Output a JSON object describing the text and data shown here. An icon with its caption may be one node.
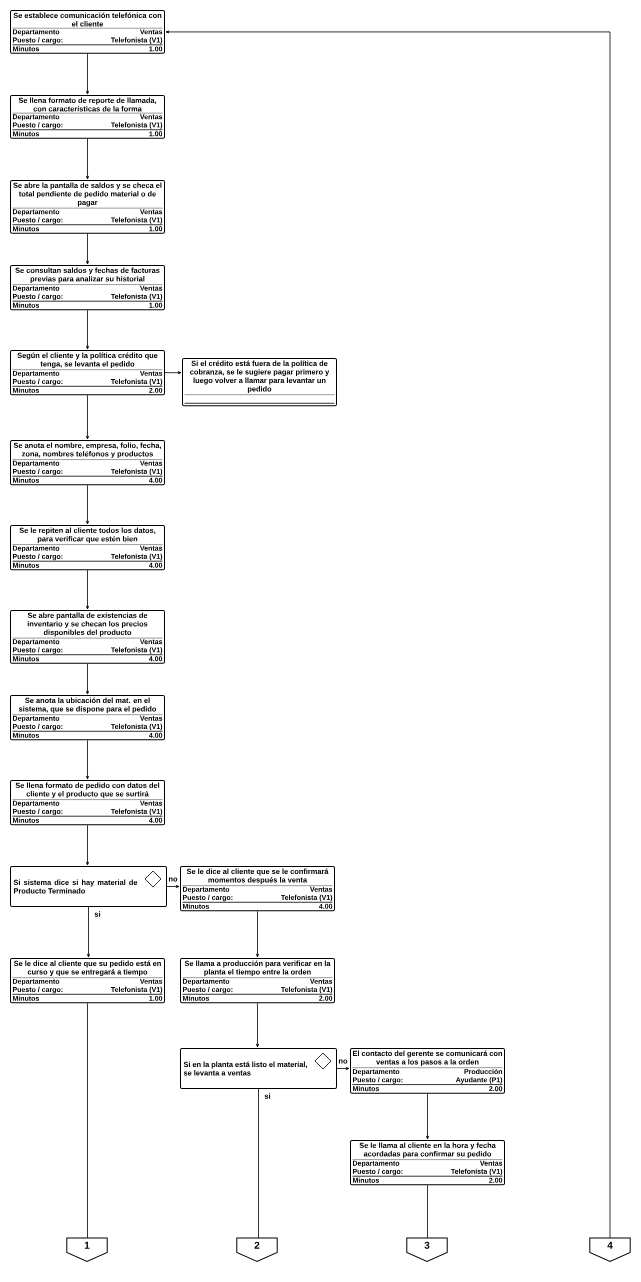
{
  "diagram": {
    "nodes": [
      {
        "text": [
          "Se establece comunicación telefónica con el cliente",
          "Departamento",
          "Ventas",
          "Puesto / cargo:",
          "Telefonista (V1)",
          "Minutos",
          "1.00"
        ]
      },
      {
        "text": [
          "Se llena formato de reporte de llamada, con características de la forma",
          "Departamento",
          "Ventas",
          "Puesto / cargo:",
          "Telefonista (V1)",
          "Minutos",
          "1.00"
        ]
      },
      {
        "text": [
          "Se abre la pantalla de saldos y se checa el total pendiente de pedido material o de pagar",
          "Departamento",
          "Ventas",
          "Puesto / cargo:",
          "Telefonista (V1)",
          "Minutos",
          "1.00"
        ]
      },
      {
        "text": [
          "Se consultan saldos y fechas de facturas previas para analizar su historial",
          "Departamento",
          "Ventas",
          "Puesto / cargo:",
          "Telefonista (V1)",
          "Minutos",
          "1.00"
        ]
      },
      {
        "text": [
          "Según el cliente y la política crédito que tenga, se levanta el pedido",
          "Departamento",
          "Ventas",
          "Puesto / cargo:",
          "Telefonista (V1)",
          "Minutos",
          "2.00"
        ]
      },
      {
        "text": [
          "Si el crédito está fuera de la política de cobranza, se le sugiere pagar primero y luego volver a llamar para levantar un pedido"
        ]
      },
      {
        "text": [
          "Se anota el nombre, empresa, folio, fecha, zona, nombres teléfonos y productos",
          "Departamento",
          "Ventas",
          "Puesto / cargo:",
          "Telefonista (V1)",
          "Minutos",
          "4.00"
        ]
      },
      {
        "text": [
          "Se le repiten al cliente todos los datos, para verificar que estén bien",
          "Departamento",
          "Ventas",
          "Puesto / cargo:",
          "Telefonista (V1)",
          "Minutos",
          "4.00"
        ]
      },
      {
        "text": [
          "Se abre pantalla de existencias de inventario y se checan los precios disponibles del producto",
          "Departamento",
          "Ventas",
          "Puesto / cargo:",
          "Telefonista (V1)",
          "Minutos",
          "4.00"
        ]
      },
      {
        "text": [
          "Se anota la ubicación del mat. en el sistema, que se dispone para el pedido",
          "Departamento",
          "Ventas",
          "Puesto / cargo:",
          "Telefonista (V1)",
          "Minutos",
          "4.00"
        ]
      },
      {
        "text": [
          "Se llena formato de pedido con datos del cliente y el producto que se surtirá",
          "Departamento",
          "Ventas",
          "Puesto / cargo:",
          "Telefonista (V1)",
          "Minutos",
          "4.00"
        ]
      },
      {
        "text": [
          "Si sistema dice si hay material de Producto Terminado"
        ]
      },
      {
        "text": [
          "Se le dice al cliente que se le confirmará momentos después la venta",
          "Departamento",
          "Ventas",
          "Puesto / cargo:",
          "Telefonista (V1)",
          "Minutos",
          "4.00"
        ]
      },
      {
        "text": [
          "Se le dice al cliente que su pedido está en curso y que se entregará a tiempo",
          "Departamento",
          "Ventas",
          "Puesto / cargo:",
          "Telefonista (V1)",
          "Minutos",
          "1.00"
        ]
      },
      {
        "text": [
          "Se llama a producción para verificar en la planta el tiempo entre la orden",
          "Departamento",
          "Ventas",
          "Puesto / cargo:",
          "Telefonista (V1)",
          "Minutos",
          "2.00"
        ]
      },
      {
        "text": [
          "Si en la planta está listo el material, se levanta a ventas"
        ]
      },
      {
        "text": [
          "El contacto del gerente se comunicará con ventas a los pasos a la orden",
          "Departamento",
          "Producción",
          "Puesto / cargo:",
          "Ayudante (P1)",
          "Minutos",
          "2.00"
        ]
      },
      {
        "text": [
          "Se le llama al cliente en la hora y fecha acordadas para confirmar su pedido",
          "Departamento",
          "Ventas",
          "Puesto / cargo:",
          "Telefonista (V1)",
          "Minutos",
          "2.00"
        ]
      },
      {
        "text": [
          "1"
        ]
      },
      {
        "text": [
          "2"
        ]
      },
      {
        "text": [
          "3"
        ]
      },
      {
        "text": [
          "4"
        ]
      }
    ],
    "edges": [
      {
        "from": 0,
        "to": 1,
        "arrow": "to"
      },
      {
        "from": 1,
        "to": 2,
        "arrow": "to"
      },
      {
        "from": 2,
        "to": 3,
        "arrow": "to"
      },
      {
        "from": 3,
        "to": 4,
        "arrow": "to"
      },
      {
        "from": 4,
        "to": 5,
        "arrow": "to"
      },
      {
        "from": 4,
        "to": 6,
        "arrow": "to"
      },
      {
        "from": 6,
        "to": 7,
        "arrow": "to"
      },
      {
        "from": 7,
        "to": 8,
        "arrow": "to"
      },
      {
        "from": 8,
        "to": 9,
        "arrow": "to"
      },
      {
        "from": 9,
        "to": 10,
        "arrow": "to"
      },
      {
        "from": 10,
        "to": 11,
        "arrow": "to"
      },
      {
        "from": 11,
        "to": 12,
        "arrow": "to",
        "label": "no"
      },
      {
        "from": 11,
        "to": 13,
        "arrow": "to",
        "label": "si"
      },
      {
        "from": 12,
        "to": 14,
        "arrow": "to"
      },
      {
        "from": 14,
        "to": 15,
        "arrow": "to"
      },
      {
        "from": 15,
        "to": 16,
        "arrow": "to",
        "label": "no"
      },
      {
        "from": 15,
        "to": 19,
        "arrow": "none",
        "label": "si"
      },
      {
        "from": 16,
        "to": 17,
        "arrow": "to"
      },
      {
        "from": 13,
        "to": 18,
        "arrow": "none"
      },
      {
        "from": 17,
        "to": 20,
        "arrow": "none"
      },
      {
        "from": 21,
        "to": 0,
        "arrow": "to"
      }
    ]
  }
}
